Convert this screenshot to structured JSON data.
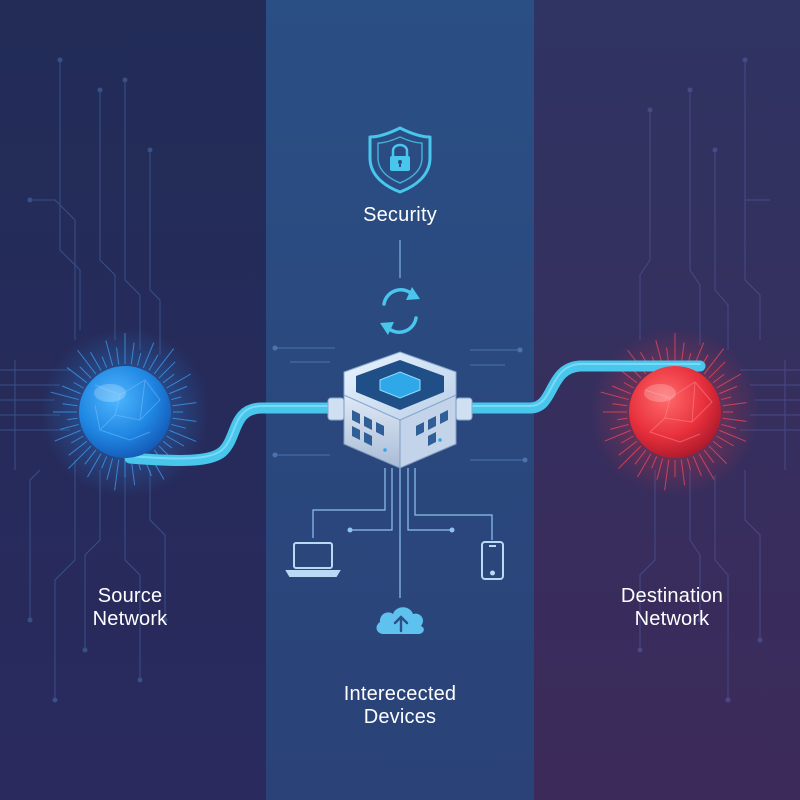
{
  "diagram": {
    "security": {
      "label": "Security",
      "icon": "shield-lock-icon"
    },
    "sync": {
      "icon": "sync-arrows-icon"
    },
    "hub": {
      "icon": "network-hub-device-icon"
    },
    "source": {
      "label_line1": "Source",
      "label_line2": "Network",
      "icon": "globe-node-icon",
      "color": "#1f8fe6"
    },
    "destination": {
      "label_line1": "Destination",
      "label_line2": "Network",
      "icon": "globe-node-icon",
      "color": "#e8303c"
    },
    "devices": {
      "label_line1": "Interecected",
      "label_line2": "Devices",
      "icons": [
        "laptop-icon",
        "smartphone-icon",
        "cloud-upload-icon"
      ]
    },
    "colors": {
      "left_panel": "#24305f",
      "center_panel": "#2b4f87",
      "right_panel": "#35325e",
      "cable": "#49c6ec",
      "circuit_lines": "#4b6fa8"
    }
  }
}
